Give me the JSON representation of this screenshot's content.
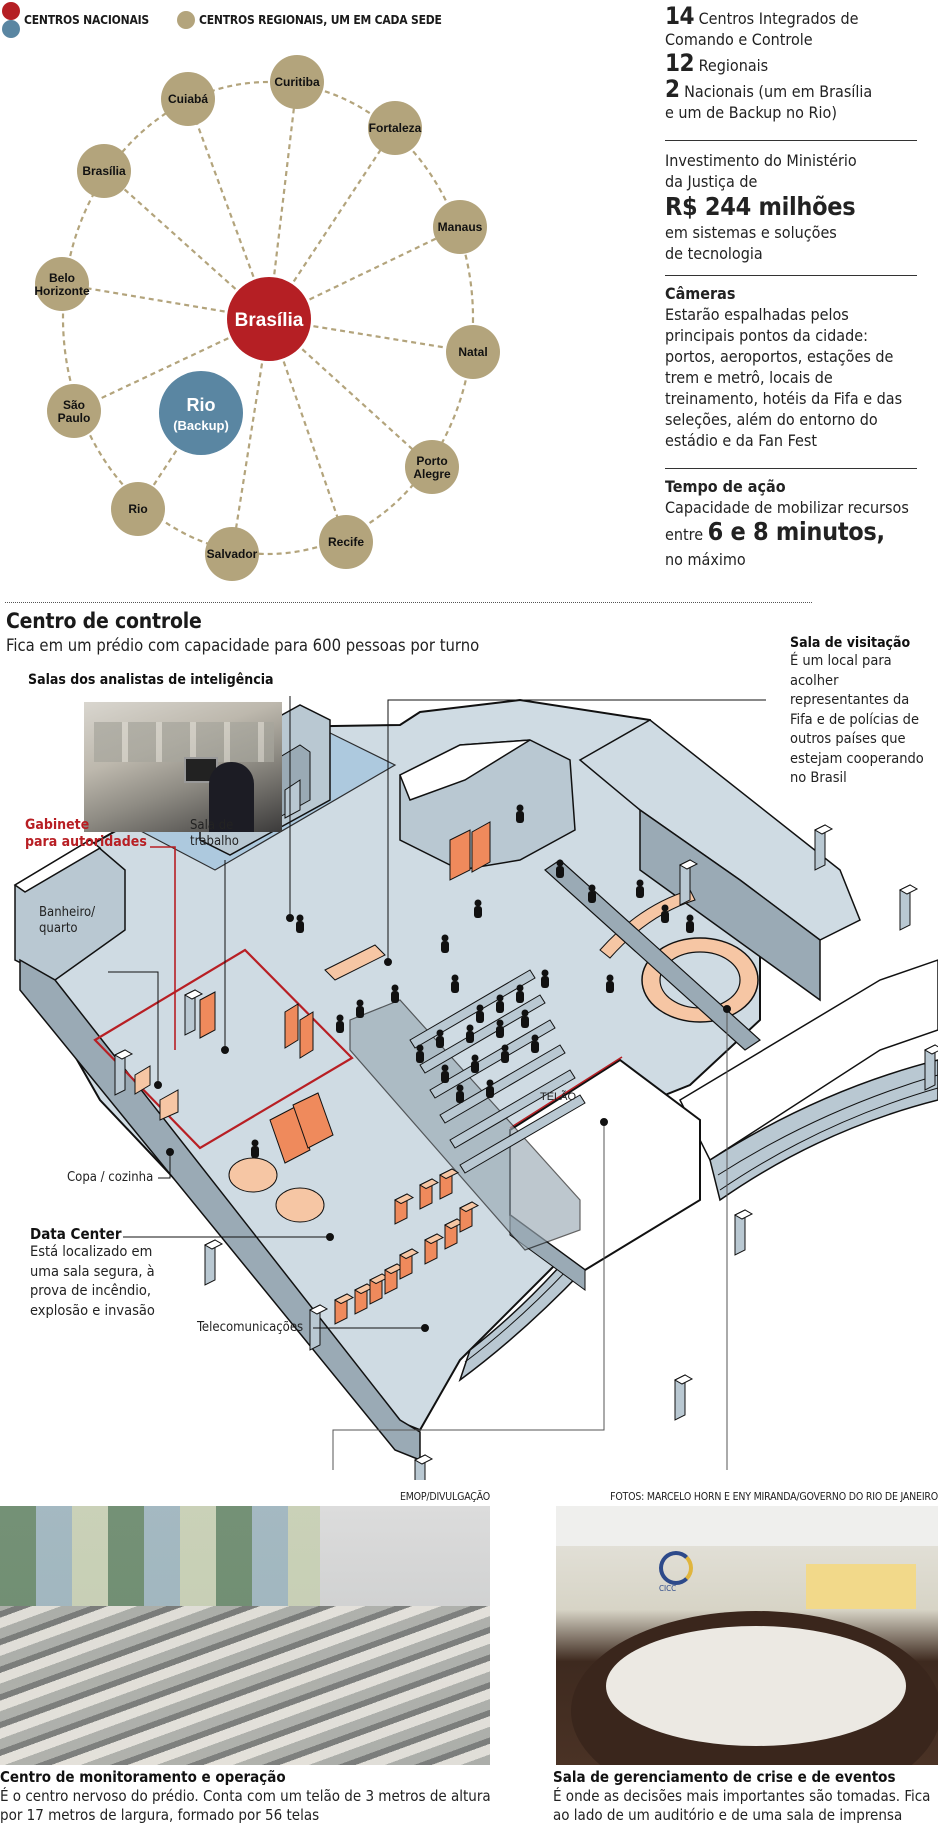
{
  "legend": {
    "national_label": "CENTROS NACIONAIS",
    "regional_label": "CENTROS REGIONAIS, UM EM CADA SEDE",
    "colors": {
      "national_primary": "#b51f24",
      "national_backup": "#5a86a2",
      "regional": "#b3a47c",
      "connector": "#b3a47c"
    }
  },
  "network": {
    "hub": {
      "label": "Brasília",
      "type": "national"
    },
    "backup": {
      "label_line1": "Rio",
      "label_line2": "(Backup)",
      "type": "national-backup"
    },
    "regional_nodes": [
      {
        "label": "Curitiba"
      },
      {
        "label": "Fortaleza"
      },
      {
        "label": "Manaus"
      },
      {
        "label": "Natal"
      },
      {
        "label": "Porto Alegre"
      },
      {
        "label": "Recife"
      },
      {
        "label": "Salvador"
      },
      {
        "label": "Rio"
      },
      {
        "label": "São Paulo"
      },
      {
        "label": "Belo Horizonte"
      },
      {
        "label": "Brasília"
      },
      {
        "label": "Cuiabá"
      }
    ]
  },
  "facts": {
    "centers": {
      "n14": "14",
      "t14a": " Centros Integrados de",
      "t14b": "Comando e Controle",
      "n12": "12",
      "t12": " Regionais",
      "n2": "2",
      "t2a": " Nacionais (um em Brasília",
      "t2b": "e um de Backup no Rio)"
    },
    "investment": {
      "line1": "Investimento do Ministério",
      "line2": "da Justiça de",
      "amount": "R$ 244 milhões",
      "line3": "em sistemas e soluções",
      "line4": "de tecnologia"
    },
    "cameras": {
      "title": "Câmeras",
      "lines": [
        "Estarão espalhadas pelos",
        "principais pontos da cidade:",
        "portos, aeroportos, estações de",
        "trem e metrô, locais de",
        "treinamento, hotéis da Fifa e das",
        "seleções, além do entorno do",
        "estádio e da Fan Fest"
      ]
    },
    "action": {
      "title": "Tempo de ação",
      "line1": "Capacidade de mobilizar recursos",
      "pre": "entre ",
      "amount": "6 e 8 minutos,",
      "line3": "no máximo"
    }
  },
  "control_center": {
    "title": "Centro de controle",
    "subtitle": "Fica em um prédio com capacidade para 600 pessoas por turno",
    "labels": {
      "analysts": "Salas dos analistas de inteligência",
      "cabinet_1": "Gabinete",
      "cabinet_2": "para autoridades",
      "work_room_1": "Sala de",
      "work_room_2": "trabalho",
      "bathroom_1": "Banheiro/",
      "bathroom_2": "quarto",
      "kitchen": "Copa / cozinha",
      "datacenter_title": "Data Center",
      "datacenter_lines": [
        "Está localizado em",
        "uma sala segura, à",
        "prova de incêndio,",
        "explosão e invasão"
      ],
      "telecom": "Telecomunicações",
      "screen": "TELÃO",
      "visit_title": "Sala de visitação",
      "visit_lines": [
        "É um local para",
        "acolher",
        "representantes da",
        "Fifa e de polícias de",
        "outros países que",
        "estejam cooperando",
        "no Brasil"
      ]
    },
    "colors": {
      "floor": "#cfdbe3",
      "wall": "#9aaab5",
      "wall_top": "#b9c8d2",
      "furniture": "#ef8a5c",
      "furniture_light": "#f6c6a4",
      "highlight": "#b81f24",
      "glass": "#a8c6de"
    }
  },
  "photos": {
    "left": {
      "credit": "EMOP/DIVULGAÇÃO",
      "title": "Centro de monitoramento e operação",
      "line1": "É o centro nervoso do prédio. Conta com um telão de 3 metros de altura",
      "line2": "por 17 metros de largura, formado por 56 telas"
    },
    "right": {
      "credit": "FOTOS: MARCELO HORN E ENY MIRANDA/GOVERNO DO RIO DE JANEIRO",
      "title": "Sala de gerenciamento de crise e de eventos",
      "line1": "É onde as decisões mais importantes são tomadas. Fica",
      "line2": "ao lado de um auditório e de uma sala de imprensa",
      "logo": "CICC"
    }
  }
}
